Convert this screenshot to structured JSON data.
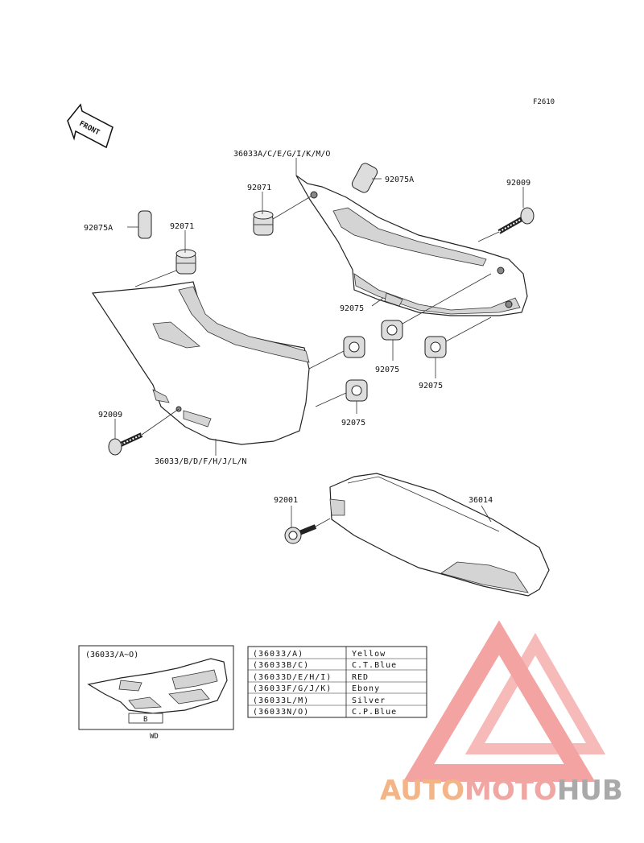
{
  "figure_code": "F2610",
  "front_label": "FRONT",
  "parts": {
    "seat_cover_right": "36033A/C/E/G/I/K/M/O",
    "seat_cover_left": "36033/B/D/F/H/J/L/N",
    "grommet_top_right": "92071",
    "grommet_top_left": "92071",
    "pad_right": "92075A",
    "pad_left": "92075A",
    "bolt_right": "92009",
    "bolt_left": "92009",
    "grommet_a": "92075",
    "grommet_b": "92075",
    "grommet_c": "92075",
    "grommet_d": "92075",
    "cover_lower": "36014",
    "bolt_lower": "92001"
  },
  "inset": {
    "title": "(36033/A~O)",
    "sub_label": "WD",
    "mark": "B"
  },
  "color_table": [
    {
      "code": "(36033/A)",
      "color": "Yellow"
    },
    {
      "code": "(36033B/C)",
      "color": "C.T.Blue"
    },
    {
      "code": "(36033D/E/H/I)",
      "color": "RED"
    },
    {
      "code": "(36033F/G/J/K)",
      "color": "Ebony"
    },
    {
      "code": "(36033L/M)",
      "color": "Silver"
    },
    {
      "code": "(36033N/O)",
      "color": "C.P.Blue"
    }
  ],
  "watermark": {
    "part1": "AUTO",
    "part2": "MOTO",
    "part3": "HUB",
    "colors": {
      "auto": "#f3b488",
      "moto": "#f0a7a3",
      "hub": "#a9a9a9",
      "triangle": "#f19a98"
    }
  }
}
